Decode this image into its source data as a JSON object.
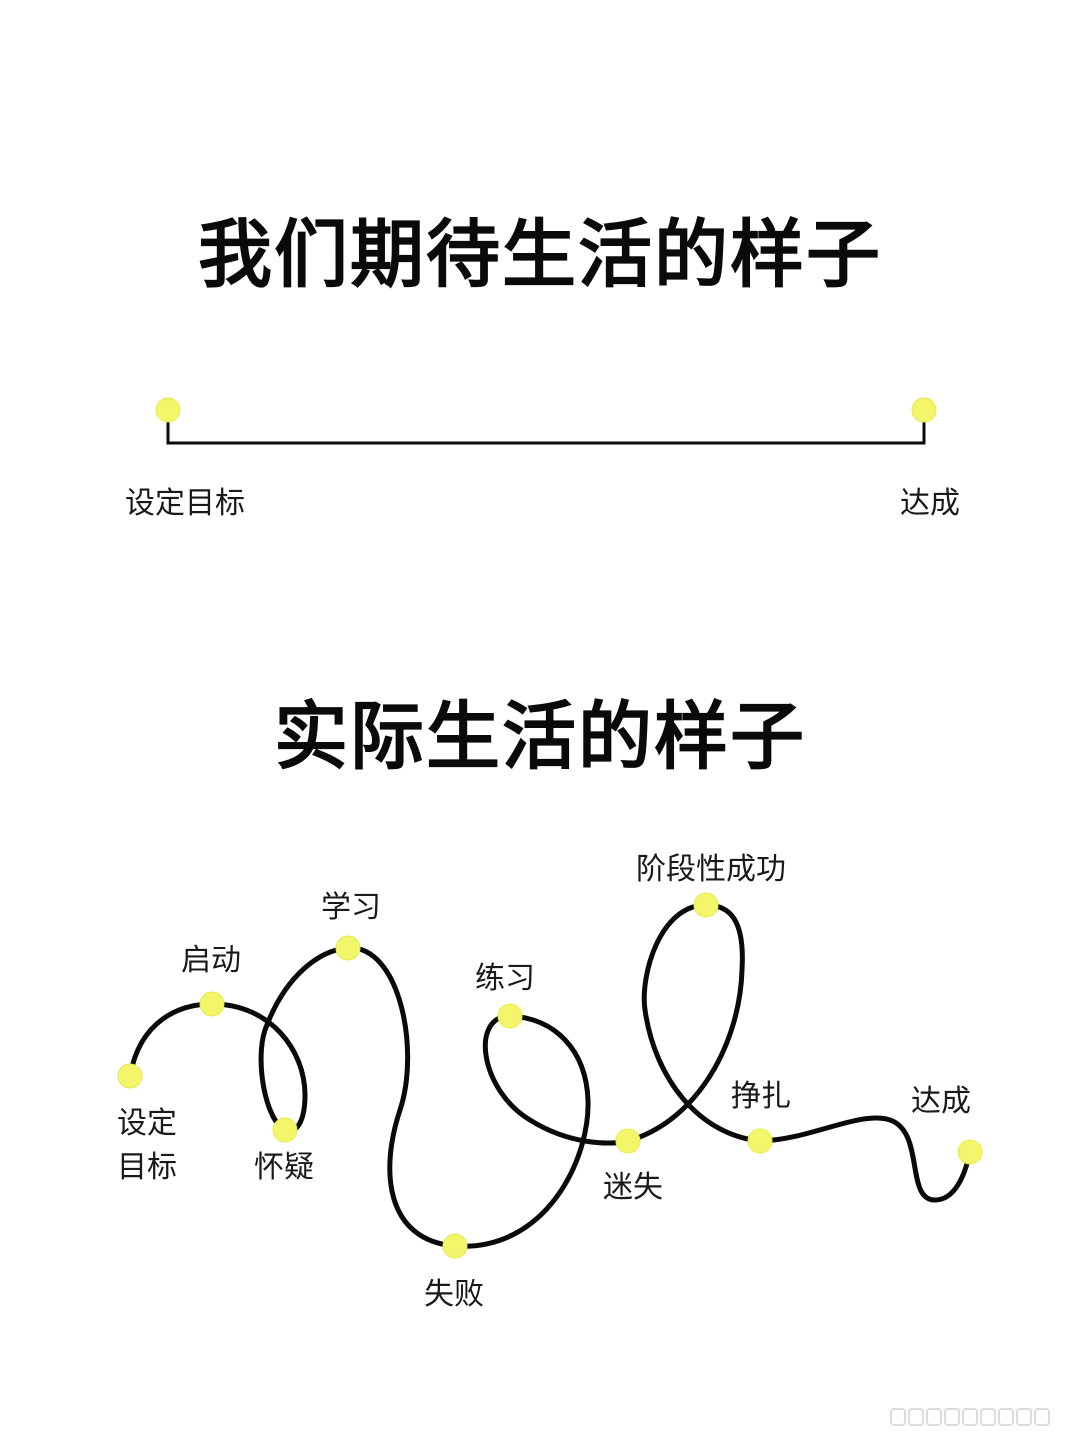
{
  "titles": {
    "expected": "我们期待生活的样子",
    "actual": "实际生活的样子"
  },
  "expected_path": {
    "start_label": "设定目标",
    "end_label": "达成"
  },
  "actual_path": {
    "labels": {
      "set_goal": "设定\n目标",
      "start": "启动",
      "doubt": "怀疑",
      "learn": "学习",
      "fail": "失败",
      "practice": "练习",
      "lost": "迷失",
      "stage_success": "阶段性成功",
      "struggle": "挣扎",
      "achieve": "达成"
    }
  },
  "colors": {
    "dot": "#f3f56a",
    "line": "#0a0a0a",
    "background": "#ffffff"
  }
}
